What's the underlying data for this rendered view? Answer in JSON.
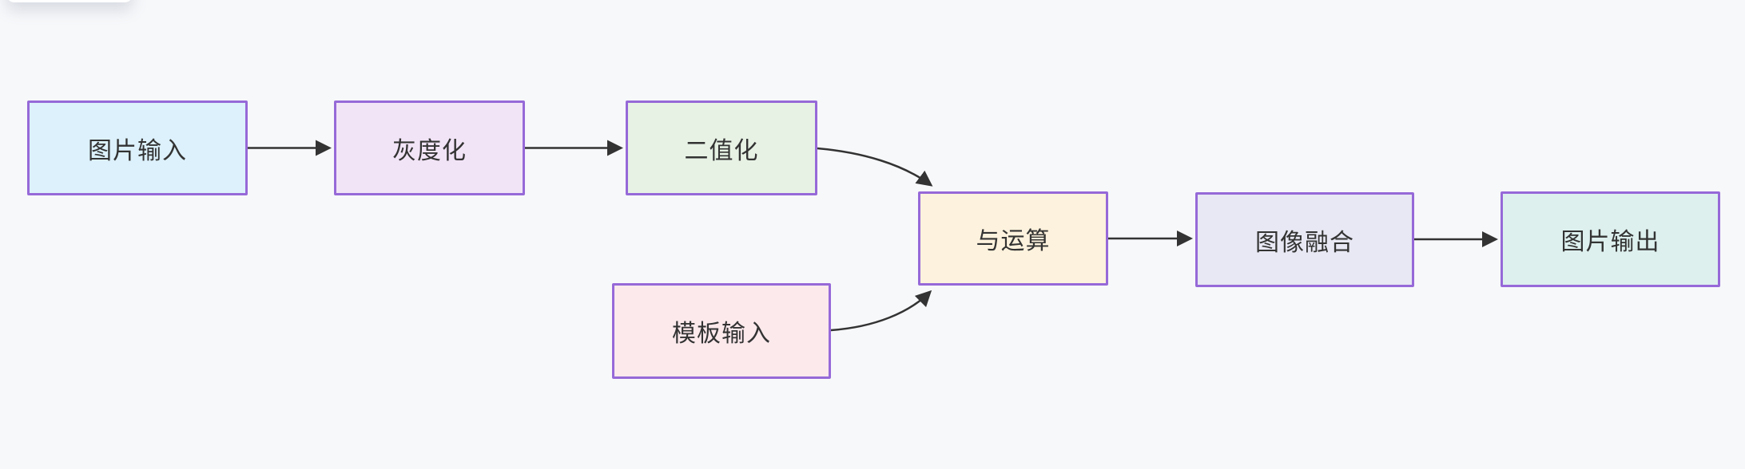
{
  "canvas": {
    "background_color": "#f7f8fa"
  },
  "diagram": {
    "type": "flowchart",
    "node_border_color": "#9669d8",
    "arrow_color": "#333333",
    "text_color": "#333333",
    "nodes": [
      {
        "id": "image-input",
        "label": "图片输入",
        "fill": "#dcf1fb"
      },
      {
        "id": "grayscale",
        "label": "灰度化",
        "fill": "#f2e4f7"
      },
      {
        "id": "binarization",
        "label": "二值化",
        "fill": "#e7f2e4"
      },
      {
        "id": "and-operation",
        "label": "与运算",
        "fill": "#fdf2dd"
      },
      {
        "id": "image-fusion",
        "label": "图像融合",
        "fill": "#e7e8f3"
      },
      {
        "id": "image-output",
        "label": "图片输出",
        "fill": "#ddf0ee"
      },
      {
        "id": "template-input",
        "label": "模板输入",
        "fill": "#fbe9ec"
      }
    ],
    "edges": [
      {
        "from": "image-input",
        "to": "grayscale",
        "style": "straight"
      },
      {
        "from": "grayscale",
        "to": "binarization",
        "style": "straight"
      },
      {
        "from": "binarization",
        "to": "and-operation",
        "style": "curved"
      },
      {
        "from": "template-input",
        "to": "and-operation",
        "style": "curved"
      },
      {
        "from": "and-operation",
        "to": "image-fusion",
        "style": "straight"
      },
      {
        "from": "image-fusion",
        "to": "image-output",
        "style": "straight"
      }
    ]
  }
}
